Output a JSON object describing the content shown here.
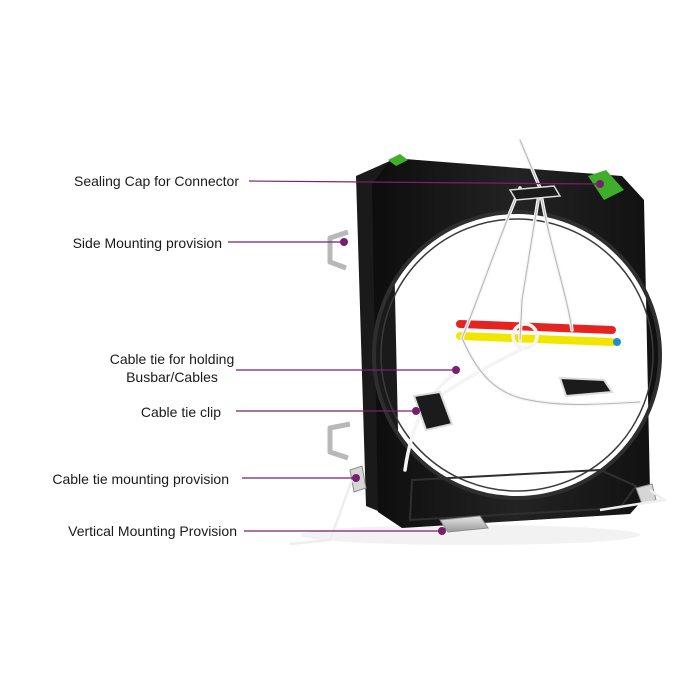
{
  "callouts": [
    {
      "id": "sealing-cap",
      "lines": [
        "Sealing Cap for Connector"
      ]
    },
    {
      "id": "side-mount",
      "lines": [
        "Side Mounting provision"
      ]
    },
    {
      "id": "cable-tie",
      "lines": [
        "Cable tie for holding",
        "Busbar/Cables"
      ]
    },
    {
      "id": "tie-clip",
      "lines": [
        "Cable tie clip"
      ]
    },
    {
      "id": "tie-mount",
      "lines": [
        "Cable tie mounting provision"
      ]
    },
    {
      "id": "vertical-mount",
      "lines": [
        "Vertical Mounting Provision"
      ]
    }
  ],
  "colors": {
    "leader": "#7a1f6e",
    "body": "#151515",
    "cap": "#3fae2a",
    "busbar_red": "#e52421",
    "busbar_yellow": "#f2e500",
    "busbar_blue": "#1e8fd6",
    "metal": "#c9c9c9",
    "tie": "#f4f4f4"
  }
}
